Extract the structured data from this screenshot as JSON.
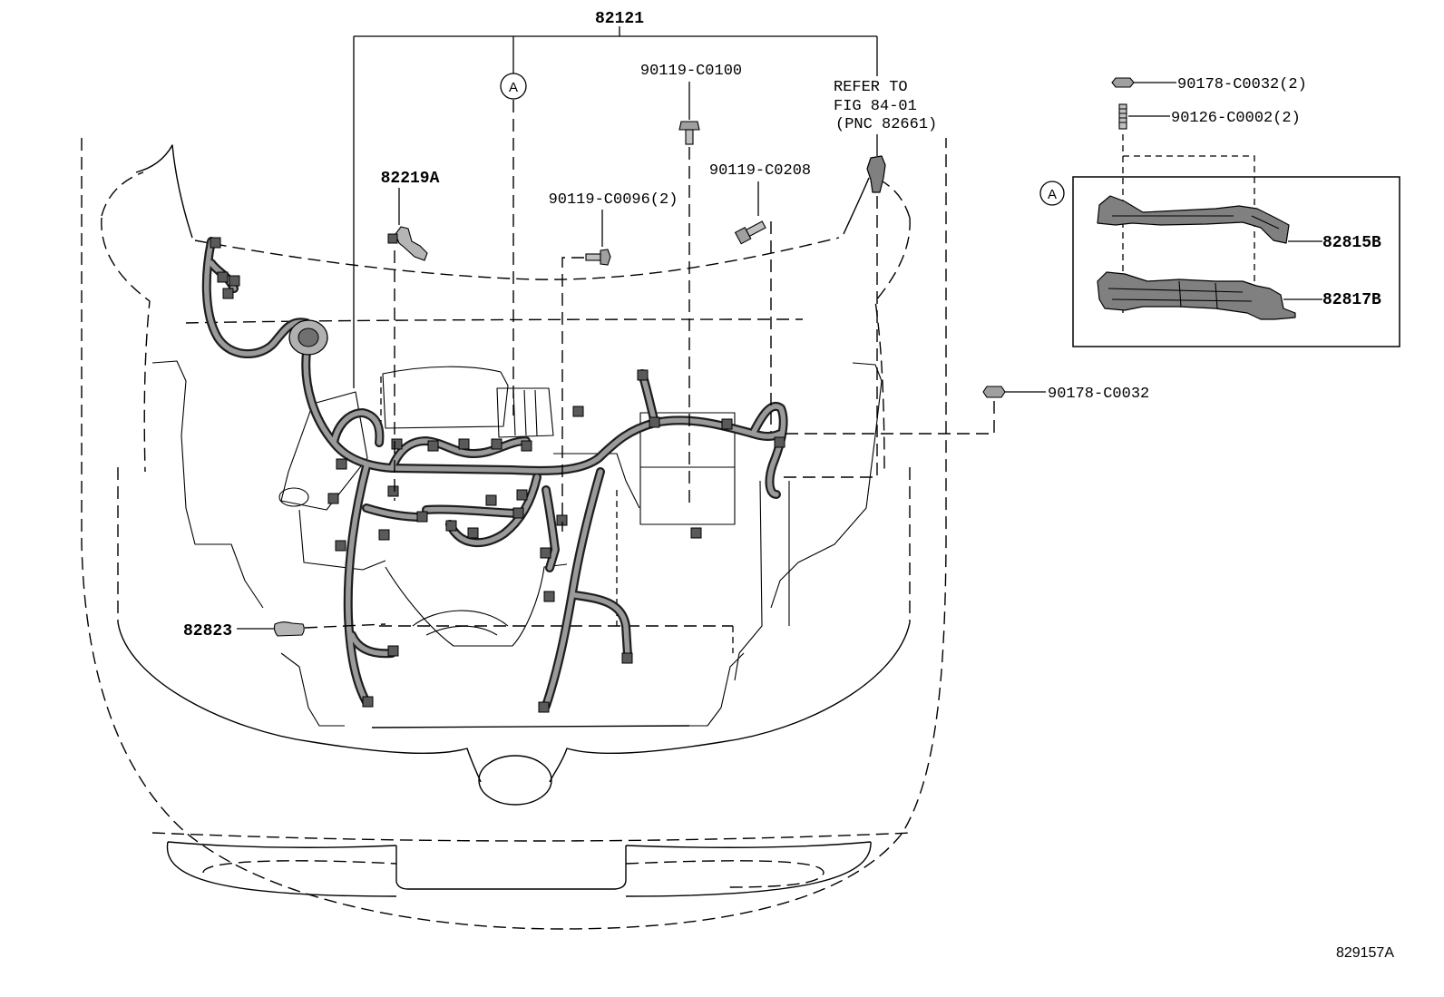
{
  "figure": {
    "harness_callout": "82121",
    "illustration_id": "829157A"
  },
  "callouts": {
    "marker_a": "A",
    "bolt_90119_c0100": "90119-C0100",
    "refer_line_1": "REFER TO",
    "refer_line_2": "FIG 84-01",
    "refer_line_3": "(PNC 82661)",
    "clamp_82219a": "82219A",
    "bolt_90119_c0208": "90119-C0208",
    "bolt_90119_c0096": "90119-C0096(2)",
    "nut_90178_c0032": "90178-C0032",
    "protector_82823": "82823"
  },
  "detail_a": {
    "marker": "A",
    "nut": "90178-C0032(2)",
    "stud": "90126-C0002(2)",
    "cover": "82815B",
    "protector": "82817B"
  },
  "style": {
    "line_color": "#000000",
    "harness_color": "#9a9a9a",
    "part_fill": "#808080"
  }
}
